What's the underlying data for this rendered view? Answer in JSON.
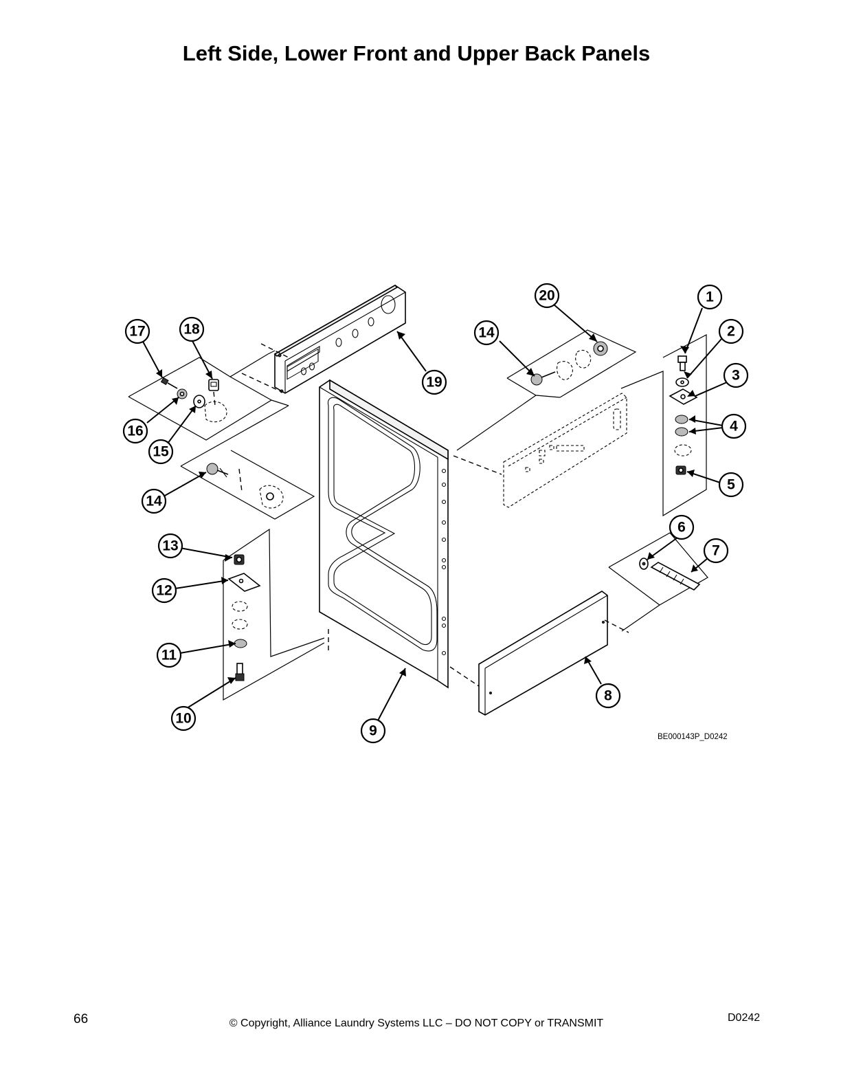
{
  "title": "Left Side, Lower Front and Upper Back Panels",
  "figure_code": "BE000143P_D0242",
  "callouts": [
    {
      "id": "1",
      "label": "1"
    },
    {
      "id": "2",
      "label": "2"
    },
    {
      "id": "3",
      "label": "3"
    },
    {
      "id": "4",
      "label": "4"
    },
    {
      "id": "5",
      "label": "5"
    },
    {
      "id": "6",
      "label": "6"
    },
    {
      "id": "7",
      "label": "7"
    },
    {
      "id": "8",
      "label": "8"
    },
    {
      "id": "9",
      "label": "9"
    },
    {
      "id": "10",
      "label": "10"
    },
    {
      "id": "11",
      "label": "11"
    },
    {
      "id": "12",
      "label": "12"
    },
    {
      "id": "13",
      "label": "13"
    },
    {
      "id": "14a",
      "label": "14"
    },
    {
      "id": "14b",
      "label": "14"
    },
    {
      "id": "15",
      "label": "15"
    },
    {
      "id": "16",
      "label": "16"
    },
    {
      "id": "17",
      "label": "17"
    },
    {
      "id": "18",
      "label": "18"
    },
    {
      "id": "19",
      "label": "19"
    },
    {
      "id": "20",
      "label": "20"
    }
  ],
  "footer": {
    "page_number": "66",
    "copyright": "© Copyright, Alliance Laundry Systems LLC – DO NOT COPY or TRANSMIT",
    "doc_code": "D0242"
  }
}
